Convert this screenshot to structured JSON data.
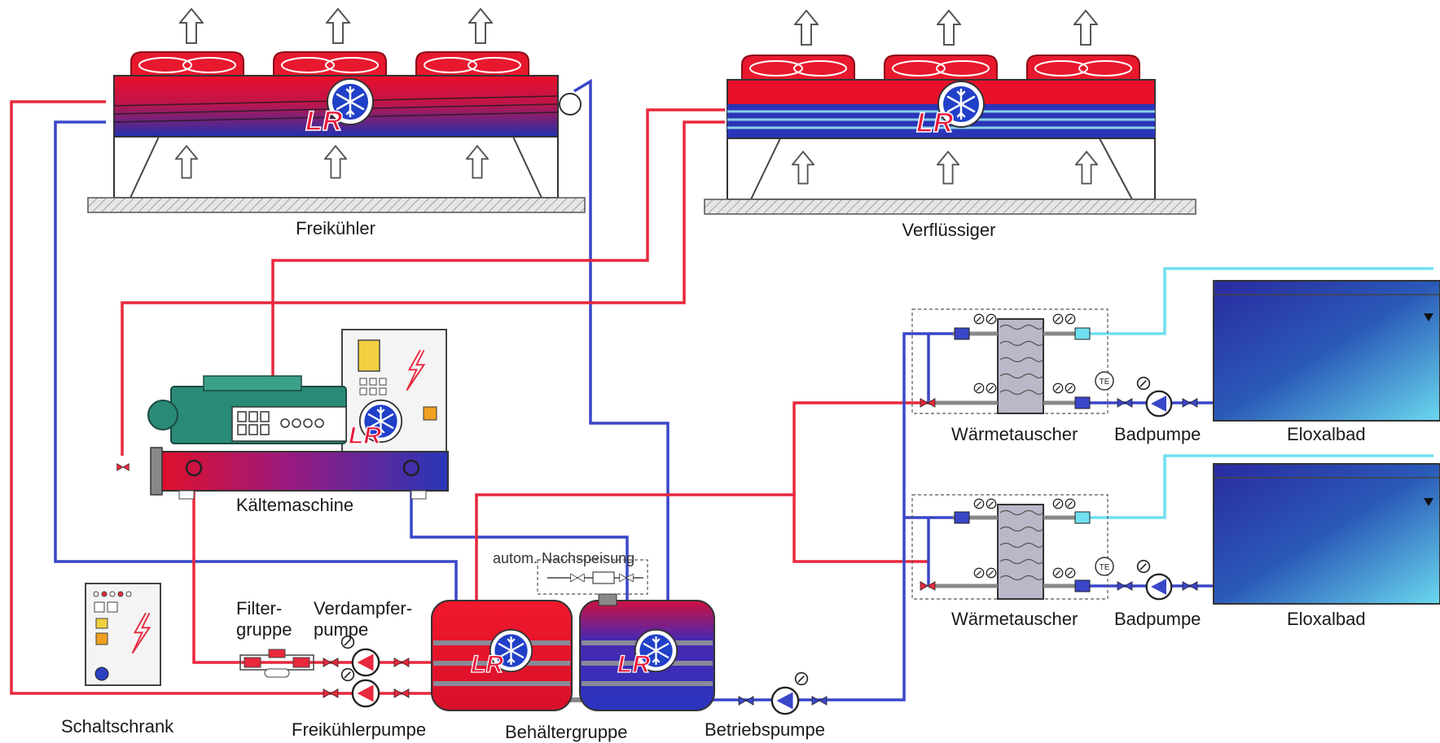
{
  "labels": {
    "freikuehler": "Freikühler",
    "verfluessiger": "Verflüssiger",
    "kaeltemaschine": "Kältemaschine",
    "schaltschrank": "Schaltschrank",
    "filtergruppe": "Filter-\ngruppe",
    "verdampferpumpe": "Verdampfer-\npumpe",
    "freikuehlerpumpe": "Freikühlerpumpe",
    "behaeltergruppe": "Behältergruppe",
    "betriebspumpe": "Betriebspumpe",
    "nachspeisung": "autom. Nachspeisung",
    "waermetauscher_1": "Wärmetauscher",
    "badpumpe_1": "Badpumpe",
    "eloxalbad_1": "Eloxalbad",
    "waermetauscher_2": "Wärmetauscher",
    "badpumpe_2": "Badpumpe",
    "eloxalbad_2": "Eloxalbad"
  },
  "logo_text": "LR",
  "gauge_tag": "TE",
  "colors": {
    "hot": "#e8283c",
    "cold": "#3a46c8",
    "bath": "#6fe0f0",
    "unit_red": "#e01830",
    "unit_blue": "#2030a8",
    "machine_green": "#2a8a78",
    "cabinet": "#f2f2f2",
    "base_hatch": "#c8c8c8"
  },
  "icons": [
    "up-arrow-icon",
    "fan-icon",
    "snowflake-logo-icon",
    "pump-icon",
    "valve-icon",
    "gauge-icon",
    "lightning-icon"
  ]
}
